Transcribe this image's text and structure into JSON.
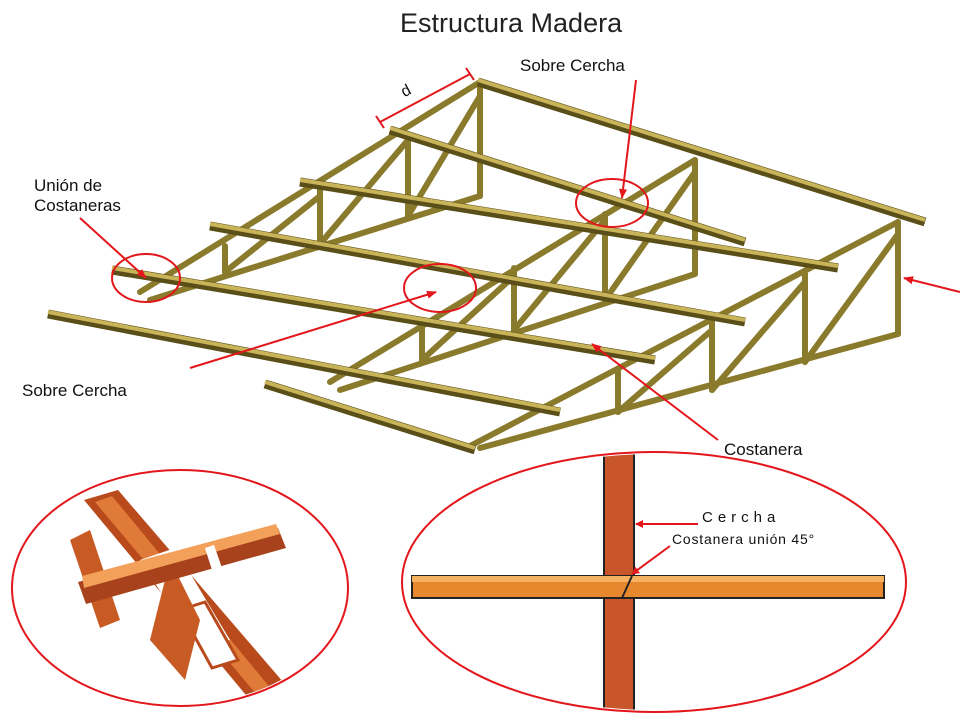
{
  "title": "Estructura Madera",
  "labels": {
    "dimension": "d",
    "sobre_cercha_top": "Sobre Cercha",
    "union_costaneras": "Unión de\nCostaneras",
    "sobre_cercha_left": "Sobre Cercha",
    "costanera": "Costanera",
    "cercha": "Cercha",
    "costanera_union": "Costanera unión 45°"
  },
  "colors": {
    "wood": "#8a7a2c",
    "wood_light": "#c9b45a",
    "callout_red": "#e3161b",
    "detail_orange": "#d86a2a",
    "detail_dark": "#a8421c",
    "detail_light": "#f3a05a"
  }
}
